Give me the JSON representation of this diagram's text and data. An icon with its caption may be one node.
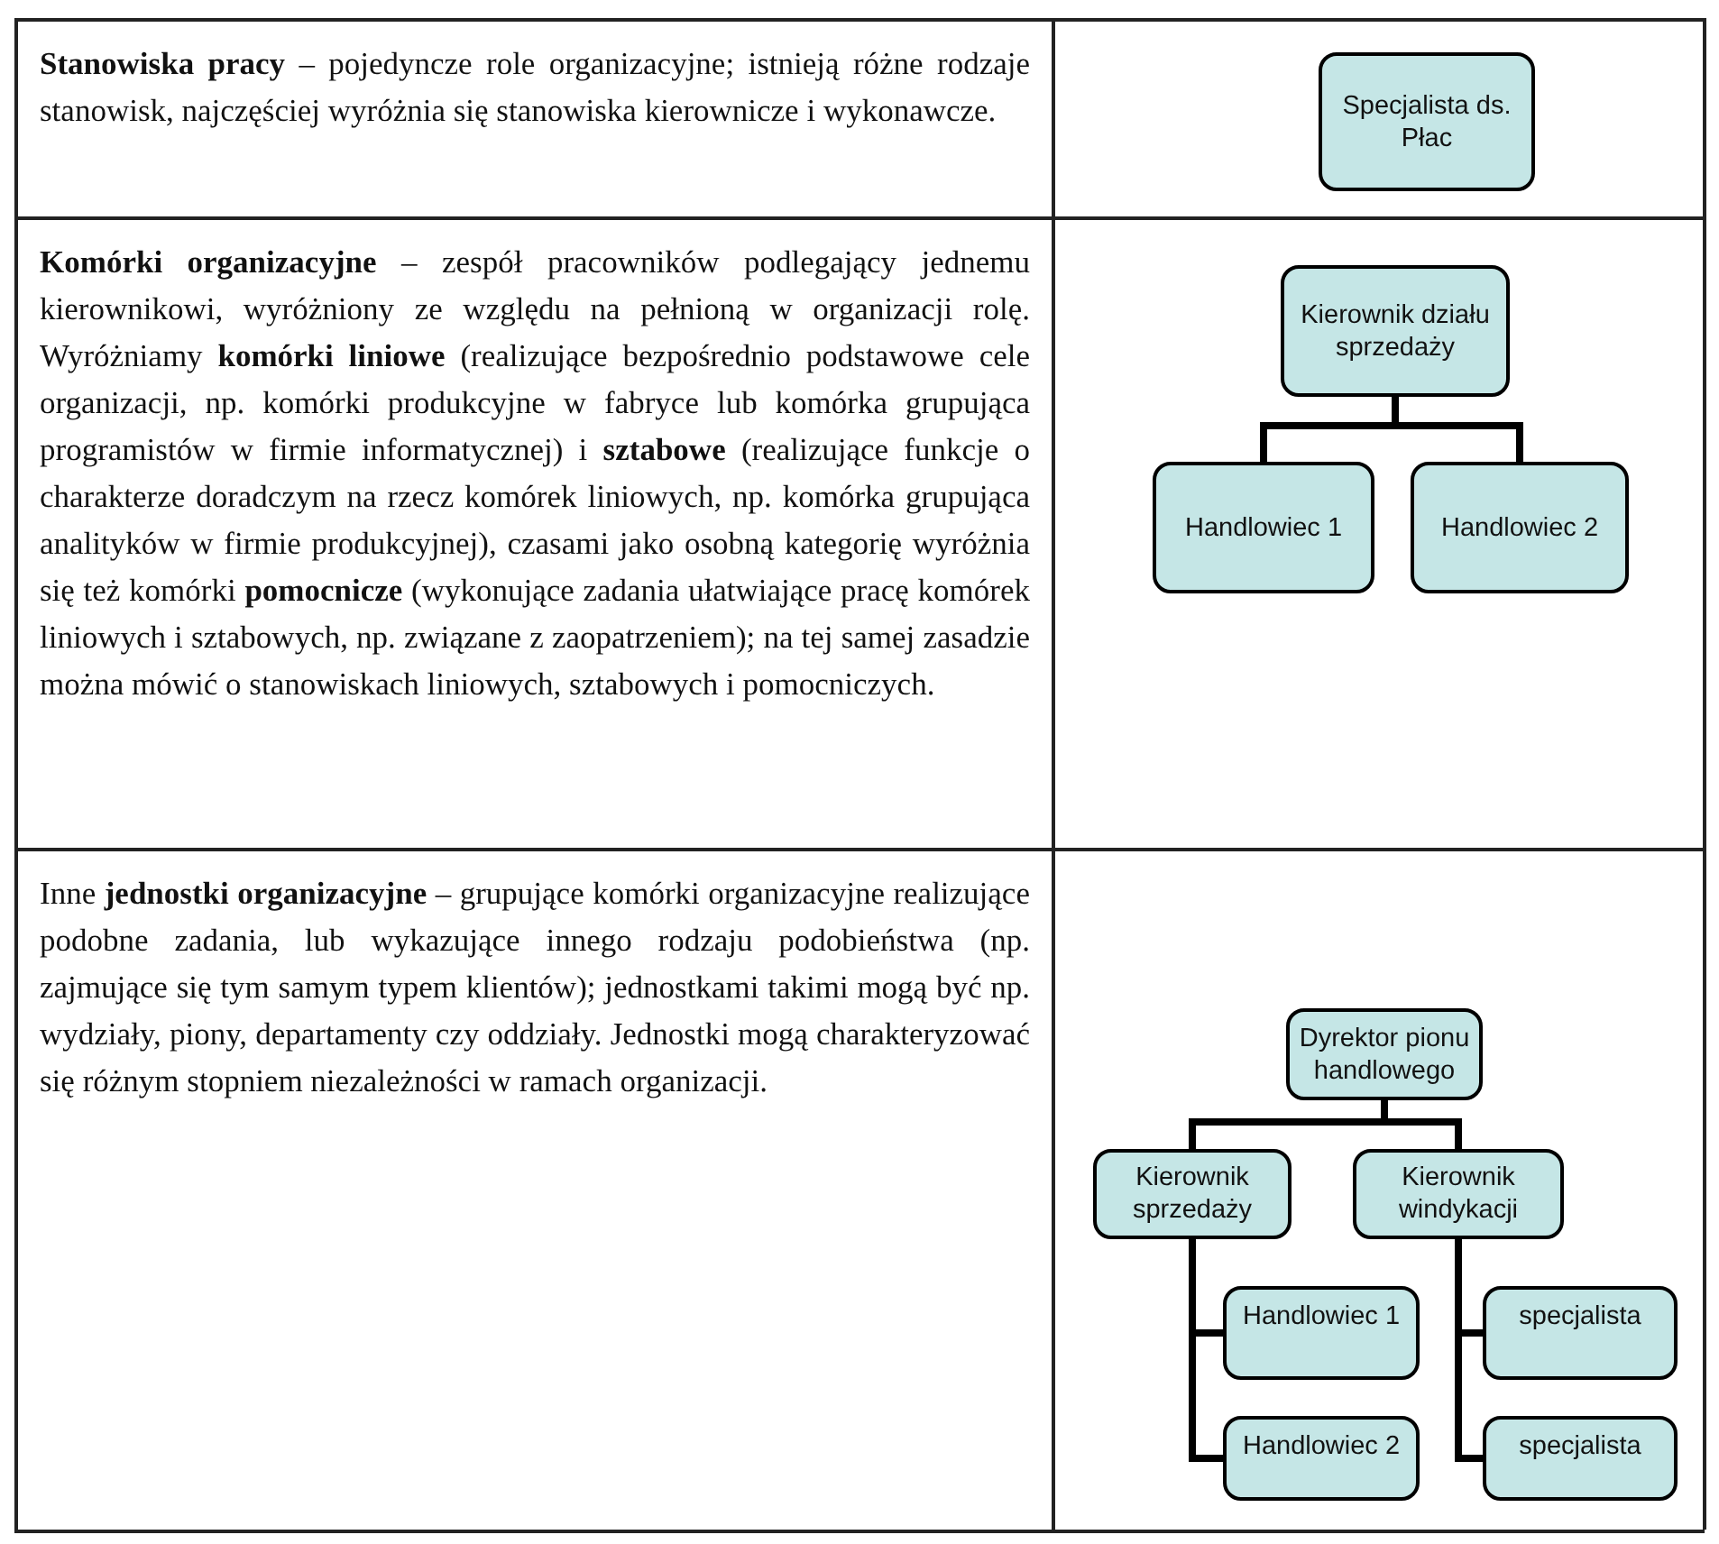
{
  "diagram": {
    "nodes": [
      {
        "text": [
          "Specjalista ds. Płac"
        ]
      },
      {
        "text": [
          "Kierownik działu sprzedaży"
        ]
      },
      {
        "text": [
          "Handlowiec 1"
        ]
      },
      {
        "text": [
          "Handlowiec 2"
        ]
      },
      {
        "text": [
          "Dyrektor pionu handlowego"
        ]
      },
      {
        "text": [
          "Kierownik sprzedaży"
        ]
      },
      {
        "text": [
          "Kierownik windykacji"
        ]
      },
      {
        "text": [
          "Handlowiec 1"
        ]
      },
      {
        "text": [
          "Handlowiec 2"
        ]
      },
      {
        "text": [
          "specjalista"
        ]
      },
      {
        "text": [
          "specjalista"
        ]
      }
    ],
    "edges": [
      {
        "from": 1,
        "to": 2,
        "arrow": "none"
      },
      {
        "from": 1,
        "to": 3,
        "arrow": "none"
      },
      {
        "from": 4,
        "to": 5,
        "arrow": "none"
      },
      {
        "from": 4,
        "to": 6,
        "arrow": "none"
      },
      {
        "from": 5,
        "to": 7,
        "arrow": "none"
      },
      {
        "from": 5,
        "to": 8,
        "arrow": "none"
      },
      {
        "from": 6,
        "to": 9,
        "arrow": "none"
      },
      {
        "from": 6,
        "to": 10,
        "arrow": "none"
      }
    ],
    "labels": [
      "**Stanowiska pracy** – pojedyncze role organizacyjne; istnieją różne rodzaje stanowisk, najczęściej wyróżnia się stanowiska kierownicze i wykonawcze.",
      "**Komórki organizacyjne** – zespół pracowników podlegający jednemu kierownikowi, wyróżniony ze względu na pełnioną w organizacji rolę. Wyróżniamy **komórki liniowe** (realizujące bezpośrednio podstawowe cele organizacji, np. komórki produkcyjne w fabryce lub komórka grupująca programistów w firmie informatycznej) i **sztabowe** (realizujące funkcje o charakterze doradczym na rzecz komórek liniowych, np. komórka grupująca analityków w firmie produkcyjnej), czasami jako osobną kategorię wyróżnia się też komórki **pomocnicze** (wykonujące zadania ułatwiające pracę komórek liniowych i sztabowych, np. związane z zaopatrzeniem); na tej samej zasadzie można mówić o stanowiskach liniowych, sztabowych i pomocniczych.",
      "Inne **jednostki organizacyjne** – grupujące komórki organizacyjne realizujące podobne zadania, lub wykazujące innego rodzaju podobieństwa (np. zajmujące się tym samym typem klientów); jednostkami takimi mogą być np. wydziały, piony, departamenty czy oddziały. Jednostki mogą charakteryzować się różnym stopniem niezależności w ramach organizacji."
    ]
  }
}
